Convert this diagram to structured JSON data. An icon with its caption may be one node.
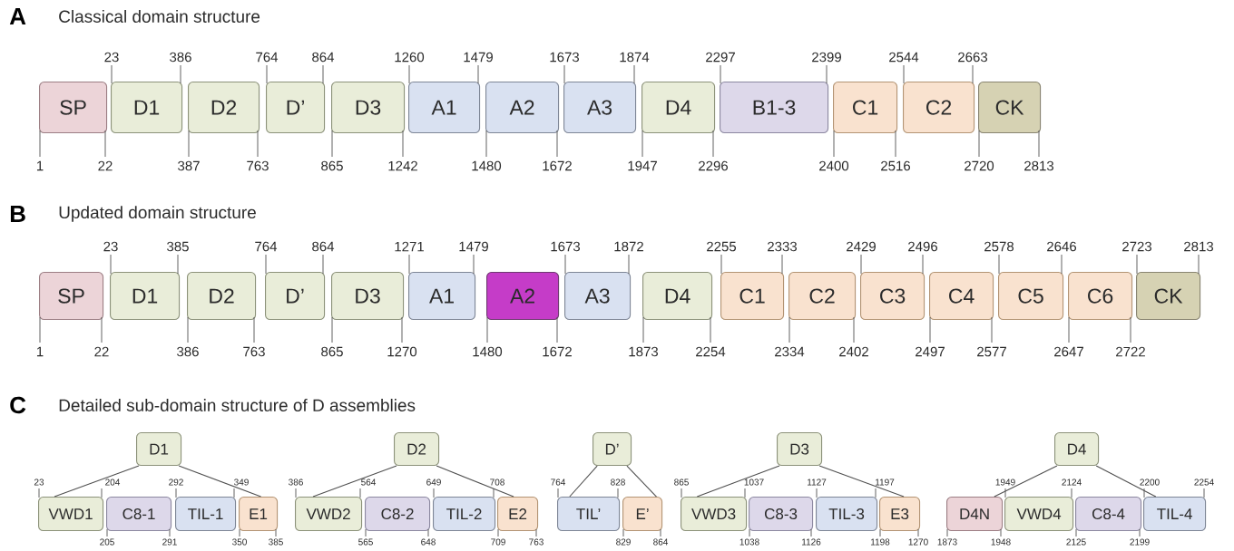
{
  "diagram": {
    "nodes": [
      {
        "text": [
          "SP"
        ],
        "beside": [
          "1",
          "22"
        ]
      },
      {
        "text": [
          "D1"
        ],
        "beside": [
          "23",
          "386"
        ]
      },
      {
        "text": [
          "D2"
        ],
        "beside": [
          "387",
          "763"
        ]
      },
      {
        "text": [
          "D’"
        ],
        "beside": [
          "764",
          "864"
        ]
      },
      {
        "text": [
          "D3"
        ],
        "beside": [
          "865",
          "1242"
        ]
      },
      {
        "text": [
          "A1"
        ],
        "beside": [
          "1260",
          "1479"
        ]
      },
      {
        "text": [
          "A2"
        ],
        "beside": [
          "1480",
          "1672"
        ]
      },
      {
        "text": [
          "A3"
        ],
        "beside": [
          "1673",
          "1874"
        ]
      },
      {
        "text": [
          "D4"
        ],
        "beside": [
          "1947",
          "2296"
        ]
      },
      {
        "text": [
          "B1-3"
        ],
        "beside": [
          "2297",
          "2399"
        ]
      },
      {
        "text": [
          "C1"
        ],
        "beside": [
          "2400",
          "2516"
        ]
      },
      {
        "text": [
          "C2"
        ],
        "beside": [
          "2544",
          "2663"
        ]
      },
      {
        "text": [
          "CK"
        ],
        "beside": [
          "2720",
          "2813"
        ]
      },
      {
        "text": [
          "SP"
        ],
        "beside": [
          "1",
          "22"
        ]
      },
      {
        "text": [
          "D1"
        ],
        "beside": [
          "23",
          "385"
        ]
      },
      {
        "text": [
          "D2"
        ],
        "beside": [
          "386",
          "763"
        ]
      },
      {
        "text": [
          "D’"
        ],
        "beside": [
          "764",
          "864"
        ]
      },
      {
        "text": [
          "D3"
        ],
        "beside": [
          "865",
          "1270"
        ]
      },
      {
        "text": [
          "A1"
        ],
        "beside": [
          "1271",
          "1479"
        ]
      },
      {
        "text": [
          "A2"
        ],
        "beside": [
          "1480",
          "1672"
        ]
      },
      {
        "text": [
          "A3"
        ],
        "beside": [
          "1673",
          "1872"
        ]
      },
      {
        "text": [
          "D4"
        ],
        "beside": [
          "1873",
          "2254"
        ]
      },
      {
        "text": [
          "C1"
        ],
        "beside": [
          "2255",
          "2333"
        ]
      },
      {
        "text": [
          "C2"
        ],
        "beside": [
          "2334",
          "2402"
        ]
      },
      {
        "text": [
          "C3"
        ],
        "beside": [
          "2429",
          "2496"
        ]
      },
      {
        "text": [
          "C4"
        ],
        "beside": [
          "2497",
          "2577"
        ]
      },
      {
        "text": [
          "C5"
        ],
        "beside": [
          "2578",
          "2646"
        ]
      },
      {
        "text": [
          "C6"
        ],
        "beside": [
          "2647",
          "2722"
        ]
      },
      {
        "text": [
          "CK"
        ],
        "beside": [
          "2723",
          "2813"
        ]
      },
      {
        "text": [
          "D1"
        ]
      },
      {
        "text": [
          "D2"
        ]
      },
      {
        "text": [
          "D’"
        ]
      },
      {
        "text": [
          "D3"
        ]
      },
      {
        "text": [
          "D4"
        ]
      },
      {
        "text": [
          "VWD1"
        ],
        "beside": [
          "23",
          "204"
        ]
      },
      {
        "text": [
          "C8-1"
        ],
        "beside": [
          "205",
          "291"
        ]
      },
      {
        "text": [
          "TIL-1"
        ],
        "beside": [
          "292",
          "349"
        ]
      },
      {
        "text": [
          "E1"
        ],
        "beside": [
          "350",
          "385"
        ]
      },
      {
        "text": [
          "VWD2"
        ],
        "beside": [
          "386",
          "564"
        ]
      },
      {
        "text": [
          "C8-2"
        ],
        "beside": [
          "565",
          "648"
        ]
      },
      {
        "text": [
          "TIL-2"
        ],
        "beside": [
          "649",
          "708"
        ]
      },
      {
        "text": [
          "E2"
        ],
        "beside": [
          "709",
          "763"
        ]
      },
      {
        "text": [
          "TIL’"
        ],
        "beside": [
          "764",
          "828"
        ]
      },
      {
        "text": [
          "E’"
        ],
        "beside": [
          "829",
          "864"
        ]
      },
      {
        "text": [
          "VWD3"
        ],
        "beside": [
          "865",
          "1037"
        ]
      },
      {
        "text": [
          "C8-3"
        ],
        "beside": [
          "1038",
          "1126"
        ]
      },
      {
        "text": [
          "TIL-3"
        ],
        "beside": [
          "1127",
          "1197"
        ]
      },
      {
        "text": [
          "E3"
        ],
        "beside": [
          "1198",
          "1270"
        ]
      },
      {
        "text": [
          "D4N"
        ],
        "beside": [
          "1873",
          "1948"
        ]
      },
      {
        "text": [
          "VWD4"
        ],
        "beside": [
          "1949",
          "2124"
        ]
      },
      {
        "text": [
          "C8-4"
        ],
        "beside": [
          "2125",
          "2199"
        ]
      },
      {
        "text": [
          "TIL-4"
        ],
        "beside": [
          "2200",
          "2254"
        ]
      }
    ],
    "edges": [
      {
        "from": 29,
        "to": 34,
        "arrow": "none"
      },
      {
        "from": 29,
        "to": 37,
        "arrow": "none"
      },
      {
        "from": 30,
        "to": 38,
        "arrow": "none"
      },
      {
        "from": 30,
        "to": 41,
        "arrow": "none"
      },
      {
        "from": 31,
        "to": 42,
        "arrow": "none"
      },
      {
        "from": 31,
        "to": 43,
        "arrow": "none"
      },
      {
        "from": 32,
        "to": 44,
        "arrow": "none"
      },
      {
        "from": 32,
        "to": 47,
        "arrow": "none"
      },
      {
        "from": 33,
        "to": 48,
        "arrow": "none"
      },
      {
        "from": 33,
        "to": 51,
        "arrow": "none"
      }
    ],
    "labels": [
      "A",
      "Classical domain structure",
      "B",
      "Updated domain structure",
      "C",
      "Detailed sub-domain structure of D assemblies"
    ]
  }
}
